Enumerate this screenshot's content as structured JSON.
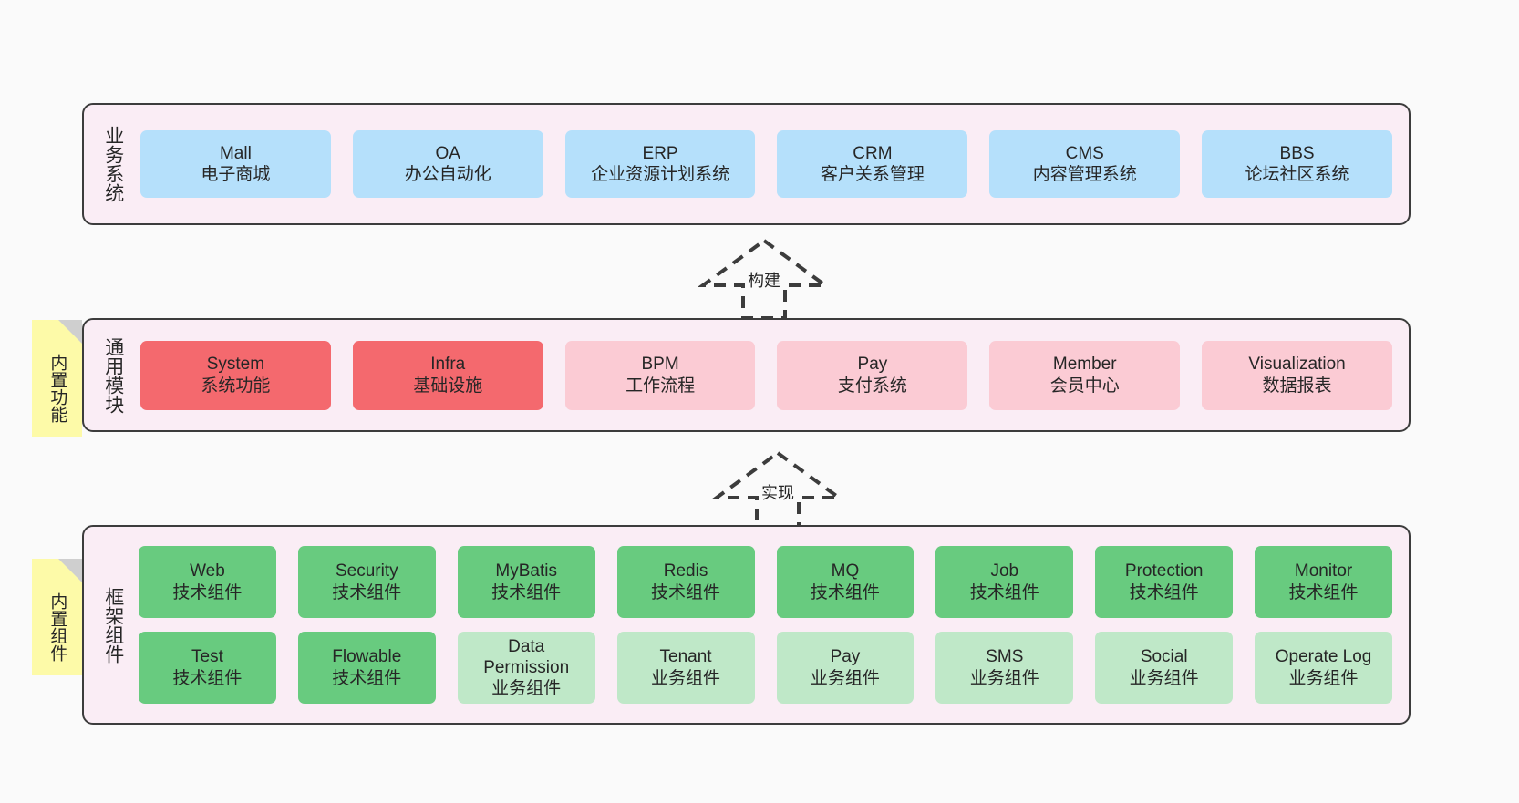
{
  "diagram": {
    "background_color": "#fafafa",
    "layer_bg_color": "#faedf5",
    "layers": [
      {
        "id": "business",
        "title": "业务系统",
        "rows": [
          {
            "cards": [
              {
                "en": "Mall",
                "cn": "电子商城",
                "color": "#b5e0fb",
                "style": "c-blue"
              },
              {
                "en": "OA",
                "cn": "办公自动化",
                "color": "#b5e0fb",
                "style": "c-blue"
              },
              {
                "en": "ERP",
                "cn": "企业资源计划系统",
                "color": "#b5e0fb",
                "style": "c-blue"
              },
              {
                "en": "CRM",
                "cn": "客户关系管理",
                "color": "#b5e0fb",
                "style": "c-blue"
              },
              {
                "en": "CMS",
                "cn": "内容管理系统",
                "color": "#b5e0fb",
                "style": "c-blue"
              },
              {
                "en": "BBS",
                "cn": "论坛社区系统",
                "color": "#b5e0fb",
                "style": "c-blue"
              }
            ]
          }
        ]
      },
      {
        "id": "common",
        "title": "通用模块",
        "note": "内置功能",
        "rows": [
          {
            "cards": [
              {
                "en": "System",
                "cn": "系统功能",
                "color": "#f4696e",
                "style": "c-red"
              },
              {
                "en": "Infra",
                "cn": "基础设施",
                "color": "#f4696e",
                "style": "c-red"
              },
              {
                "en": "BPM",
                "cn": "工作流程",
                "color": "#fbcbd4",
                "style": "c-pink"
              },
              {
                "en": "Pay",
                "cn": "支付系统",
                "color": "#fbcbd4",
                "style": "c-pink"
              },
              {
                "en": "Member",
                "cn": "会员中心",
                "color": "#fbcbd4",
                "style": "c-pink"
              },
              {
                "en": "Visualization",
                "cn": "数据报表",
                "color": "#fbcbd4",
                "style": "c-pink"
              }
            ]
          }
        ]
      },
      {
        "id": "framework",
        "title": "框架组件",
        "note": "内置组件",
        "rows": [
          {
            "cards": [
              {
                "en": "Web",
                "cn": "技术组件",
                "color": "#68cb7f",
                "style": "c-green"
              },
              {
                "en": "Security",
                "cn": "技术组件",
                "color": "#68cb7f",
                "style": "c-green"
              },
              {
                "en": "MyBatis",
                "cn": "技术组件",
                "color": "#68cb7f",
                "style": "c-green"
              },
              {
                "en": "Redis",
                "cn": "技术组件",
                "color": "#68cb7f",
                "style": "c-green"
              },
              {
                "en": "MQ",
                "cn": "技术组件",
                "color": "#68cb7f",
                "style": "c-green"
              },
              {
                "en": "Job",
                "cn": "技术组件",
                "color": "#68cb7f",
                "style": "c-green"
              },
              {
                "en": "Protection",
                "cn": "技术组件",
                "color": "#68cb7f",
                "style": "c-green"
              },
              {
                "en": "Monitor",
                "cn": "技术组件",
                "color": "#68cb7f",
                "style": "c-green"
              }
            ]
          },
          {
            "cards": [
              {
                "en": "Test",
                "cn": "技术组件",
                "color": "#68cb7f",
                "style": "c-green"
              },
              {
                "en": "Flowable",
                "cn": "技术组件",
                "color": "#68cb7f",
                "style": "c-green"
              },
              {
                "en": "Data Permission",
                "cn": "业务组件",
                "color": "#bfe8c8",
                "style": "c-lightgreen"
              },
              {
                "en": "Tenant",
                "cn": "业务组件",
                "color": "#bfe8c8",
                "style": "c-lightgreen"
              },
              {
                "en": "Pay",
                "cn": "业务组件",
                "color": "#bfe8c8",
                "style": "c-lightgreen"
              },
              {
                "en": "SMS",
                "cn": "业务组件",
                "color": "#bfe8c8",
                "style": "c-lightgreen"
              },
              {
                "en": "Social",
                "cn": "业务组件",
                "color": "#bfe8c8",
                "style": "c-lightgreen"
              },
              {
                "en": "Operate Log",
                "cn": "业务组件",
                "color": "#bfe8c8",
                "style": "c-lightgreen"
              }
            ]
          }
        ]
      }
    ],
    "arrows": [
      {
        "id": "build",
        "label": "构建",
        "direction": "up",
        "style": "dashed-generalization"
      },
      {
        "id": "implement",
        "label": "实现",
        "direction": "up",
        "style": "dashed-generalization"
      }
    ]
  }
}
